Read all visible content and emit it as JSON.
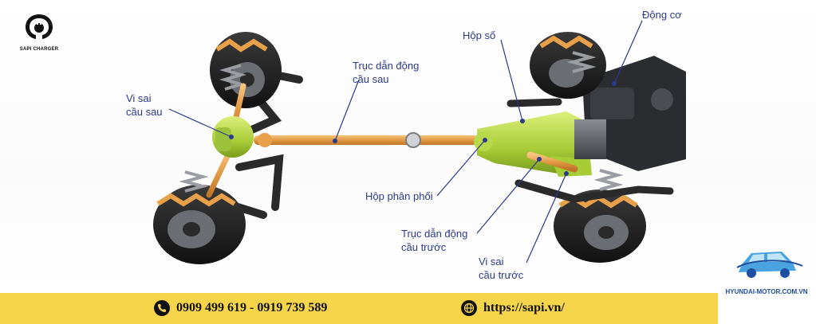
{
  "brand": {
    "name": "SAPI CHARGER"
  },
  "labels": {
    "engine": "Động cơ",
    "gearbox": "Hộp số",
    "rear_driveshaft": [
      "Trục dẫn động",
      "cầu sau"
    ],
    "rear_diff": [
      "Vi sai",
      "cầu sau"
    ],
    "transfer_case": "Hộp phân phối",
    "front_driveshaft": [
      "Trục dẫn động",
      "cầu trước"
    ],
    "front_diff": [
      "Vi sai",
      "cầu trước"
    ]
  },
  "footer": {
    "phones": "0909 499 619 - 0919 739 589",
    "website": "https://sapi.vn/",
    "phone_icon": "phone-icon",
    "web_icon": "globe-icon"
  },
  "watermark": {
    "text": "HYUNDAI-MOTOR.COM.VN"
  },
  "colors": {
    "label": "#2b3a8c",
    "footer_bar": "#f7d54b",
    "driveshaft": "#e8a04a",
    "transfer_case": "#b7d94a"
  }
}
